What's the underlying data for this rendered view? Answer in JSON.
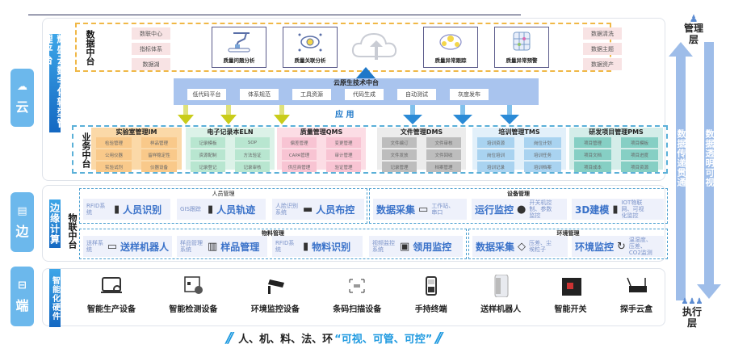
{
  "platform_title": "耀盛云数字化转型管理平台",
  "layers": {
    "cloud": {
      "label": "云",
      "icon": "cloud-icon"
    },
    "edge": {
      "label": "边",
      "icon": "server-icon"
    },
    "end": {
      "label": "端",
      "icon": "device-icon"
    }
  },
  "data_platform": {
    "label": "数据中台",
    "left_items": [
      "数联中心",
      "指标体系",
      "数据湖"
    ],
    "right_items": [
      "数据清洗",
      "数据主题",
      "数据资产"
    ],
    "cards": [
      {
        "label": "质量问题分析",
        "icon": "robot-arm-icon"
      },
      {
        "label": "质量关联分析",
        "icon": "eye-network-icon"
      },
      {
        "label": "质量异常跟踪",
        "icon": "brain-network-icon"
      },
      {
        "label": "质量异常预警",
        "icon": "grid-alert-icon"
      }
    ],
    "center_icon": "cloud-upload-icon"
  },
  "cloud_native": {
    "title": "云原生技术中台",
    "items": [
      "低代码平台",
      "体系规范",
      "工具资源",
      "代码生成",
      "自动测试",
      "灰度发布"
    ],
    "app_label": "应 用"
  },
  "business_platform": {
    "label": "业务中台",
    "modules": [
      {
        "title": "实验室管理IM",
        "color": "#fbd9a8",
        "cell": "#f9c98a",
        "items": [
          "检验管理",
          "样品管理",
          "公用仪器",
          "留样稳定性",
          "实验试剂",
          "仪器设备"
        ]
      },
      {
        "title": "电子记录本ELN",
        "color": "#dcf2e8",
        "cell": "#b8e6d0",
        "items": [
          "记录模板",
          "SOP",
          "资源配制",
          "方法验证",
          "记录登记",
          "记录审核"
        ]
      },
      {
        "title": "质量管理QMS",
        "color": "#fcdde5",
        "cell": "#f8c4d3",
        "items": [
          "偏差管理",
          "变更管理",
          "CAPA管理",
          "审计管理",
          "供应商管理",
          "验证管理"
        ]
      },
      {
        "title": "文件管理DMS",
        "color": "#ececec",
        "cell": "#bdbdbd",
        "items": [
          "文件编订",
          "文件审核",
          "文件发放",
          "文件回收",
          "记录管理",
          "档案管理"
        ]
      },
      {
        "title": "培训管理TMS",
        "color": "#e2f0fa",
        "cell": "#a9d3f0",
        "items": [
          "培训资源",
          "岗位计划",
          "岗位培训",
          "培训任务",
          "培训记录",
          "培训档案"
        ]
      },
      {
        "title": "研发项目管理PMS",
        "color": "#d4ede9",
        "cell": "#86cfc4",
        "items": [
          "项目管理",
          "项目模板",
          "项目文档",
          "项目进度",
          "项目成本",
          "项目资源"
        ]
      }
    ]
  },
  "edge_computing": {
    "title": "边缘计算",
    "iot_label": "物联中台",
    "groups": [
      {
        "title": "人员管理",
        "items": [
          {
            "sub": "RFID系统",
            "main": "人员识别",
            "icon": "rfid-reader-icon"
          },
          {
            "sub": "GIS跟踪",
            "main": "人员轨迹",
            "icon": "gps-tracker-icon"
          },
          {
            "sub": "人脸识别系统",
            "main": "人员布控",
            "icon": "face-camera-icon"
          }
        ]
      },
      {
        "title": "设备管理",
        "items": [
          {
            "sub": "工作站、串口",
            "main": "数据采集",
            "icon": "scanner-icon"
          },
          {
            "sub": "开关机控制、参数监控",
            "main": "运行监控",
            "icon": "dome-camera-icon"
          },
          {
            "sub": "IOT物联网、可视化监控",
            "main": "3D建模",
            "icon": "iot-plug-icon"
          }
        ]
      },
      {
        "title": "物料管理",
        "items": [
          {
            "sub": "送样系统",
            "main": "送样机器人",
            "icon": "sample-robot-icon"
          },
          {
            "sub": "样品管理系统",
            "main": "样品管理",
            "icon": "gate-icon"
          },
          {
            "sub": "RFID系统",
            "main": "物料识别",
            "icon": "rfid-tag-icon"
          },
          {
            "sub": "视频监控系统",
            "main": "领用监控",
            "icon": "monitor-icon"
          }
        ]
      },
      {
        "title": "环境管理",
        "items": [
          {
            "sub": "压差、尘埃粒子",
            "main": "数据采集",
            "icon": "sensor-icon"
          },
          {
            "sub": "温湿度、压差、CO2监测",
            "main": "环境监控",
            "icon": "cycle-icon"
          }
        ]
      }
    ]
  },
  "hardware": {
    "title": "智能化硬件",
    "items": [
      {
        "label": "智能生产设备",
        "icon": "production-icon"
      },
      {
        "label": "智能检测设备",
        "icon": "inspection-icon"
      },
      {
        "label": "环境监控设备",
        "icon": "cctv-icon"
      },
      {
        "label": "条码扫描设备",
        "icon": "barcode-icon"
      },
      {
        "label": "手持终端",
        "icon": "handheld-icon"
      },
      {
        "label": "送样机器人",
        "icon": "robot-icon"
      },
      {
        "label": "智能开关",
        "icon": "breaker-icon"
      },
      {
        "label": "探手云盒",
        "icon": "router-icon"
      }
    ]
  },
  "right_side": {
    "top": "管理层",
    "bottom": "执行层",
    "left_arrow": "数据传递贯通",
    "right_arrow": "数据透明可视"
  },
  "slogan": {
    "prefix": "人、机、料、法、环",
    "highlight": "“可视、可管、可控”"
  },
  "colors": {
    "accent": "#1f8fe0",
    "tab": "#6cb8ec",
    "orange": "#f0b847",
    "arrow": "#9ebde9"
  }
}
